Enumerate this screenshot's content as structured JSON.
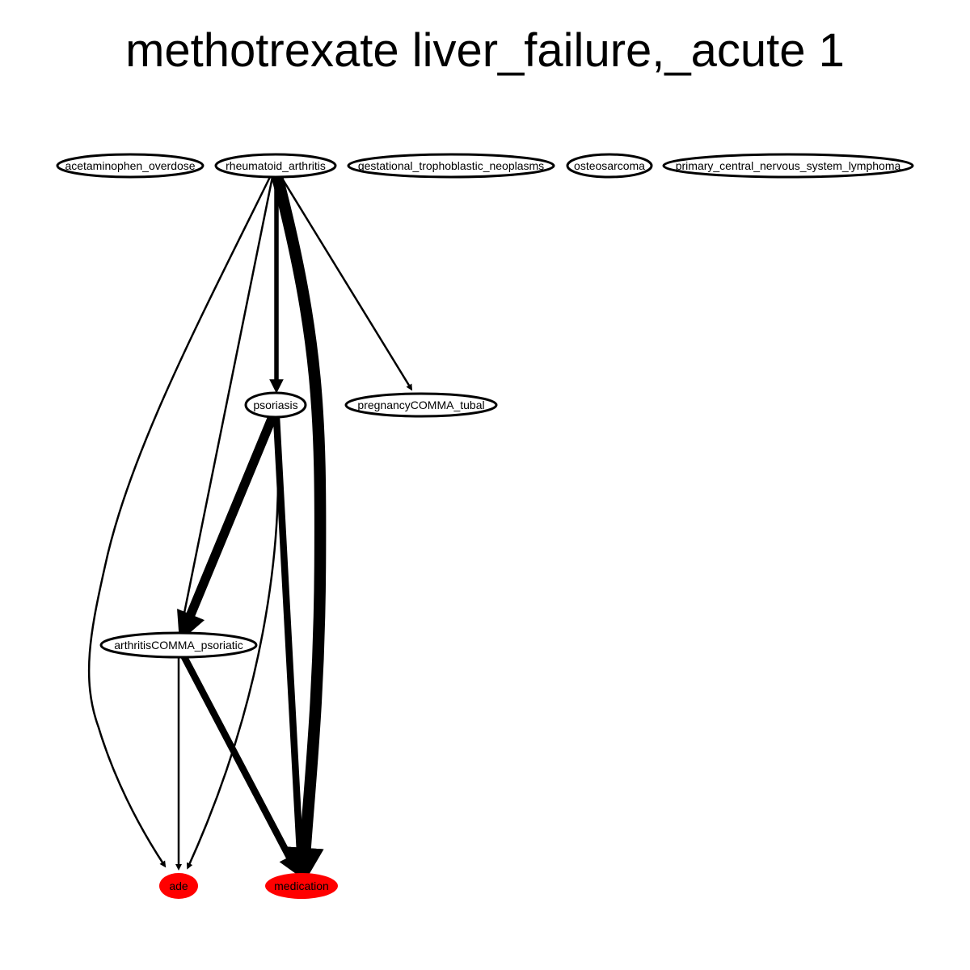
{
  "diagram": {
    "title": "methotrexate liver_failure,_acute 1",
    "colors": {
      "background": "#ffffff",
      "edge": "#000000",
      "node_border": "#000000",
      "node_fill": "#ffffff",
      "highlight_fill": "#ff0000",
      "text": "#000000"
    },
    "nodes": [
      {
        "id": "acetaminophen_overdose",
        "label": "acetaminophen_overdose",
        "highlight": false
      },
      {
        "id": "rheumatoid_arthritis",
        "label": "rheumatoid_arthritis",
        "highlight": false
      },
      {
        "id": "gestational_trophoblastic_neoplasms",
        "label": "gestational_trophoblastic_neoplasms",
        "highlight": false
      },
      {
        "id": "osteosarcoma",
        "label": "osteosarcoma",
        "highlight": false
      },
      {
        "id": "primary_central_nervous_system_lymphoma",
        "label": "primary_central_nervous_system_lymphoma",
        "highlight": false
      },
      {
        "id": "psoriasis",
        "label": "psoriasis",
        "highlight": false
      },
      {
        "id": "pregnancyCOMMA_tubal",
        "label": "pregnancyCOMMA_tubal",
        "highlight": false
      },
      {
        "id": "arthritisCOMMA_psoriatic",
        "label": "arthritisCOMMA_psoriatic",
        "highlight": false
      },
      {
        "id": "ade",
        "label": "ade",
        "highlight": true
      },
      {
        "id": "medication",
        "label": "medication",
        "highlight": true
      }
    ],
    "edges": [
      {
        "from": "rheumatoid_arthritis",
        "to": "ade",
        "weight": 1
      },
      {
        "from": "rheumatoid_arthritis",
        "to": "arthritisCOMMA_psoriatic",
        "weight": 1
      },
      {
        "from": "rheumatoid_arthritis",
        "to": "psoriasis",
        "weight": 2
      },
      {
        "from": "rheumatoid_arthritis",
        "to": "medication",
        "weight": 5
      },
      {
        "from": "rheumatoid_arthritis",
        "to": "pregnancyCOMMA_tubal",
        "weight": 1
      },
      {
        "from": "psoriasis",
        "to": "arthritisCOMMA_psoriatic",
        "weight": 4
      },
      {
        "from": "psoriasis",
        "to": "ade",
        "weight": 1
      },
      {
        "from": "psoriasis",
        "to": "medication",
        "weight": 3
      },
      {
        "from": "arthritisCOMMA_psoriatic",
        "to": "ade",
        "weight": 1
      },
      {
        "from": "arthritisCOMMA_psoriatic",
        "to": "medication",
        "weight": 3
      }
    ]
  }
}
